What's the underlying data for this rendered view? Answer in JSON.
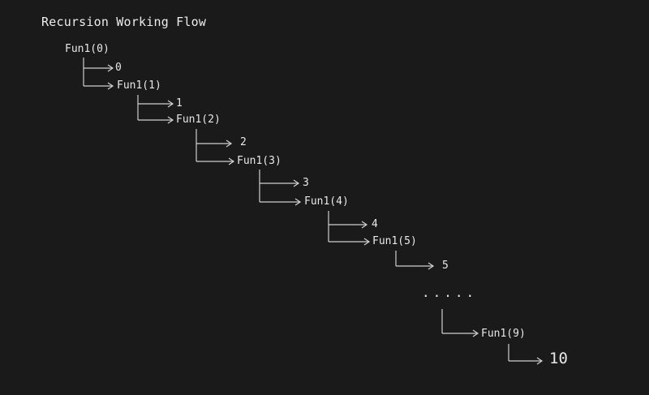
{
  "title": "Recursion Working Flow",
  "calls": [
    "Fun1(0)",
    "Fun1(1)",
    "Fun1(2)",
    "Fun1(3)",
    "Fun1(4)",
    "Fun1(5)",
    "Fun1(9)"
  ],
  "outputs": [
    "0",
    "1",
    "2",
    "3",
    "4",
    "5",
    "10"
  ],
  "ellipsis": ".....",
  "colors": {
    "background": "#1a1a1a",
    "text": "#e8e8e8",
    "lines": "#cfcfcf"
  }
}
